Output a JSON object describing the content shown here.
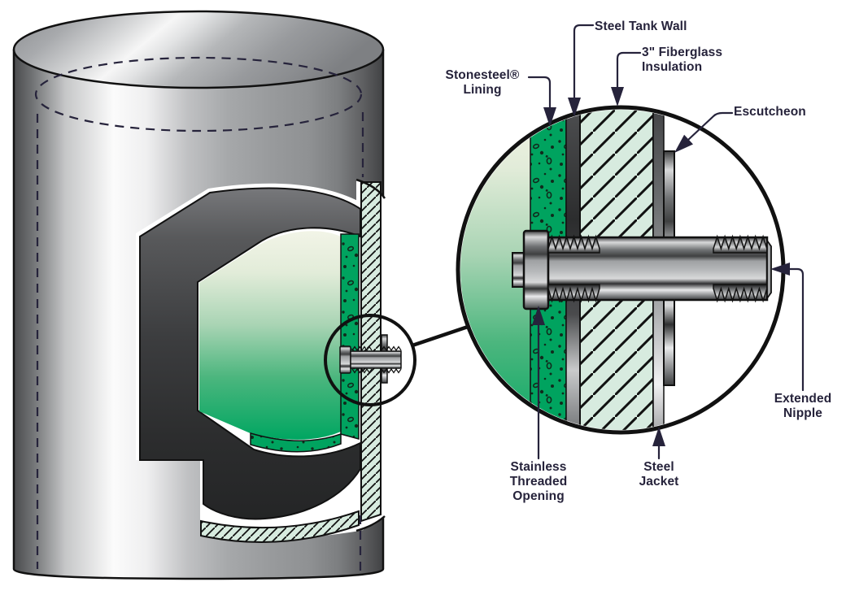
{
  "labels": {
    "stonesteel_lining": {
      "line1": "Stonesteel®",
      "line2": "Lining"
    },
    "steel_tank_wall": {
      "line1": "Steel Tank Wall"
    },
    "fiberglass_insulation": {
      "line1": "3\" Fiberglass",
      "line2": "Insulation"
    },
    "escutcheon": {
      "line1": "Escutcheon"
    },
    "extended_nipple": {
      "line1": "Extended",
      "line2": "Nipple"
    },
    "stainless_threaded_opening": {
      "line1": "Stainless Threaded",
      "line2": "Opening"
    },
    "steel_jacket": {
      "line1": "Steel",
      "line2": "Jacket"
    }
  },
  "colors": {
    "stonesteel_green": "#00A35F",
    "insulation_mint": "#D7EBDF",
    "interior_green_bottom": "#00A661",
    "interior_cream_top": "#F2F4E7",
    "label_text": "#26233B",
    "outline_black": "#111111"
  }
}
